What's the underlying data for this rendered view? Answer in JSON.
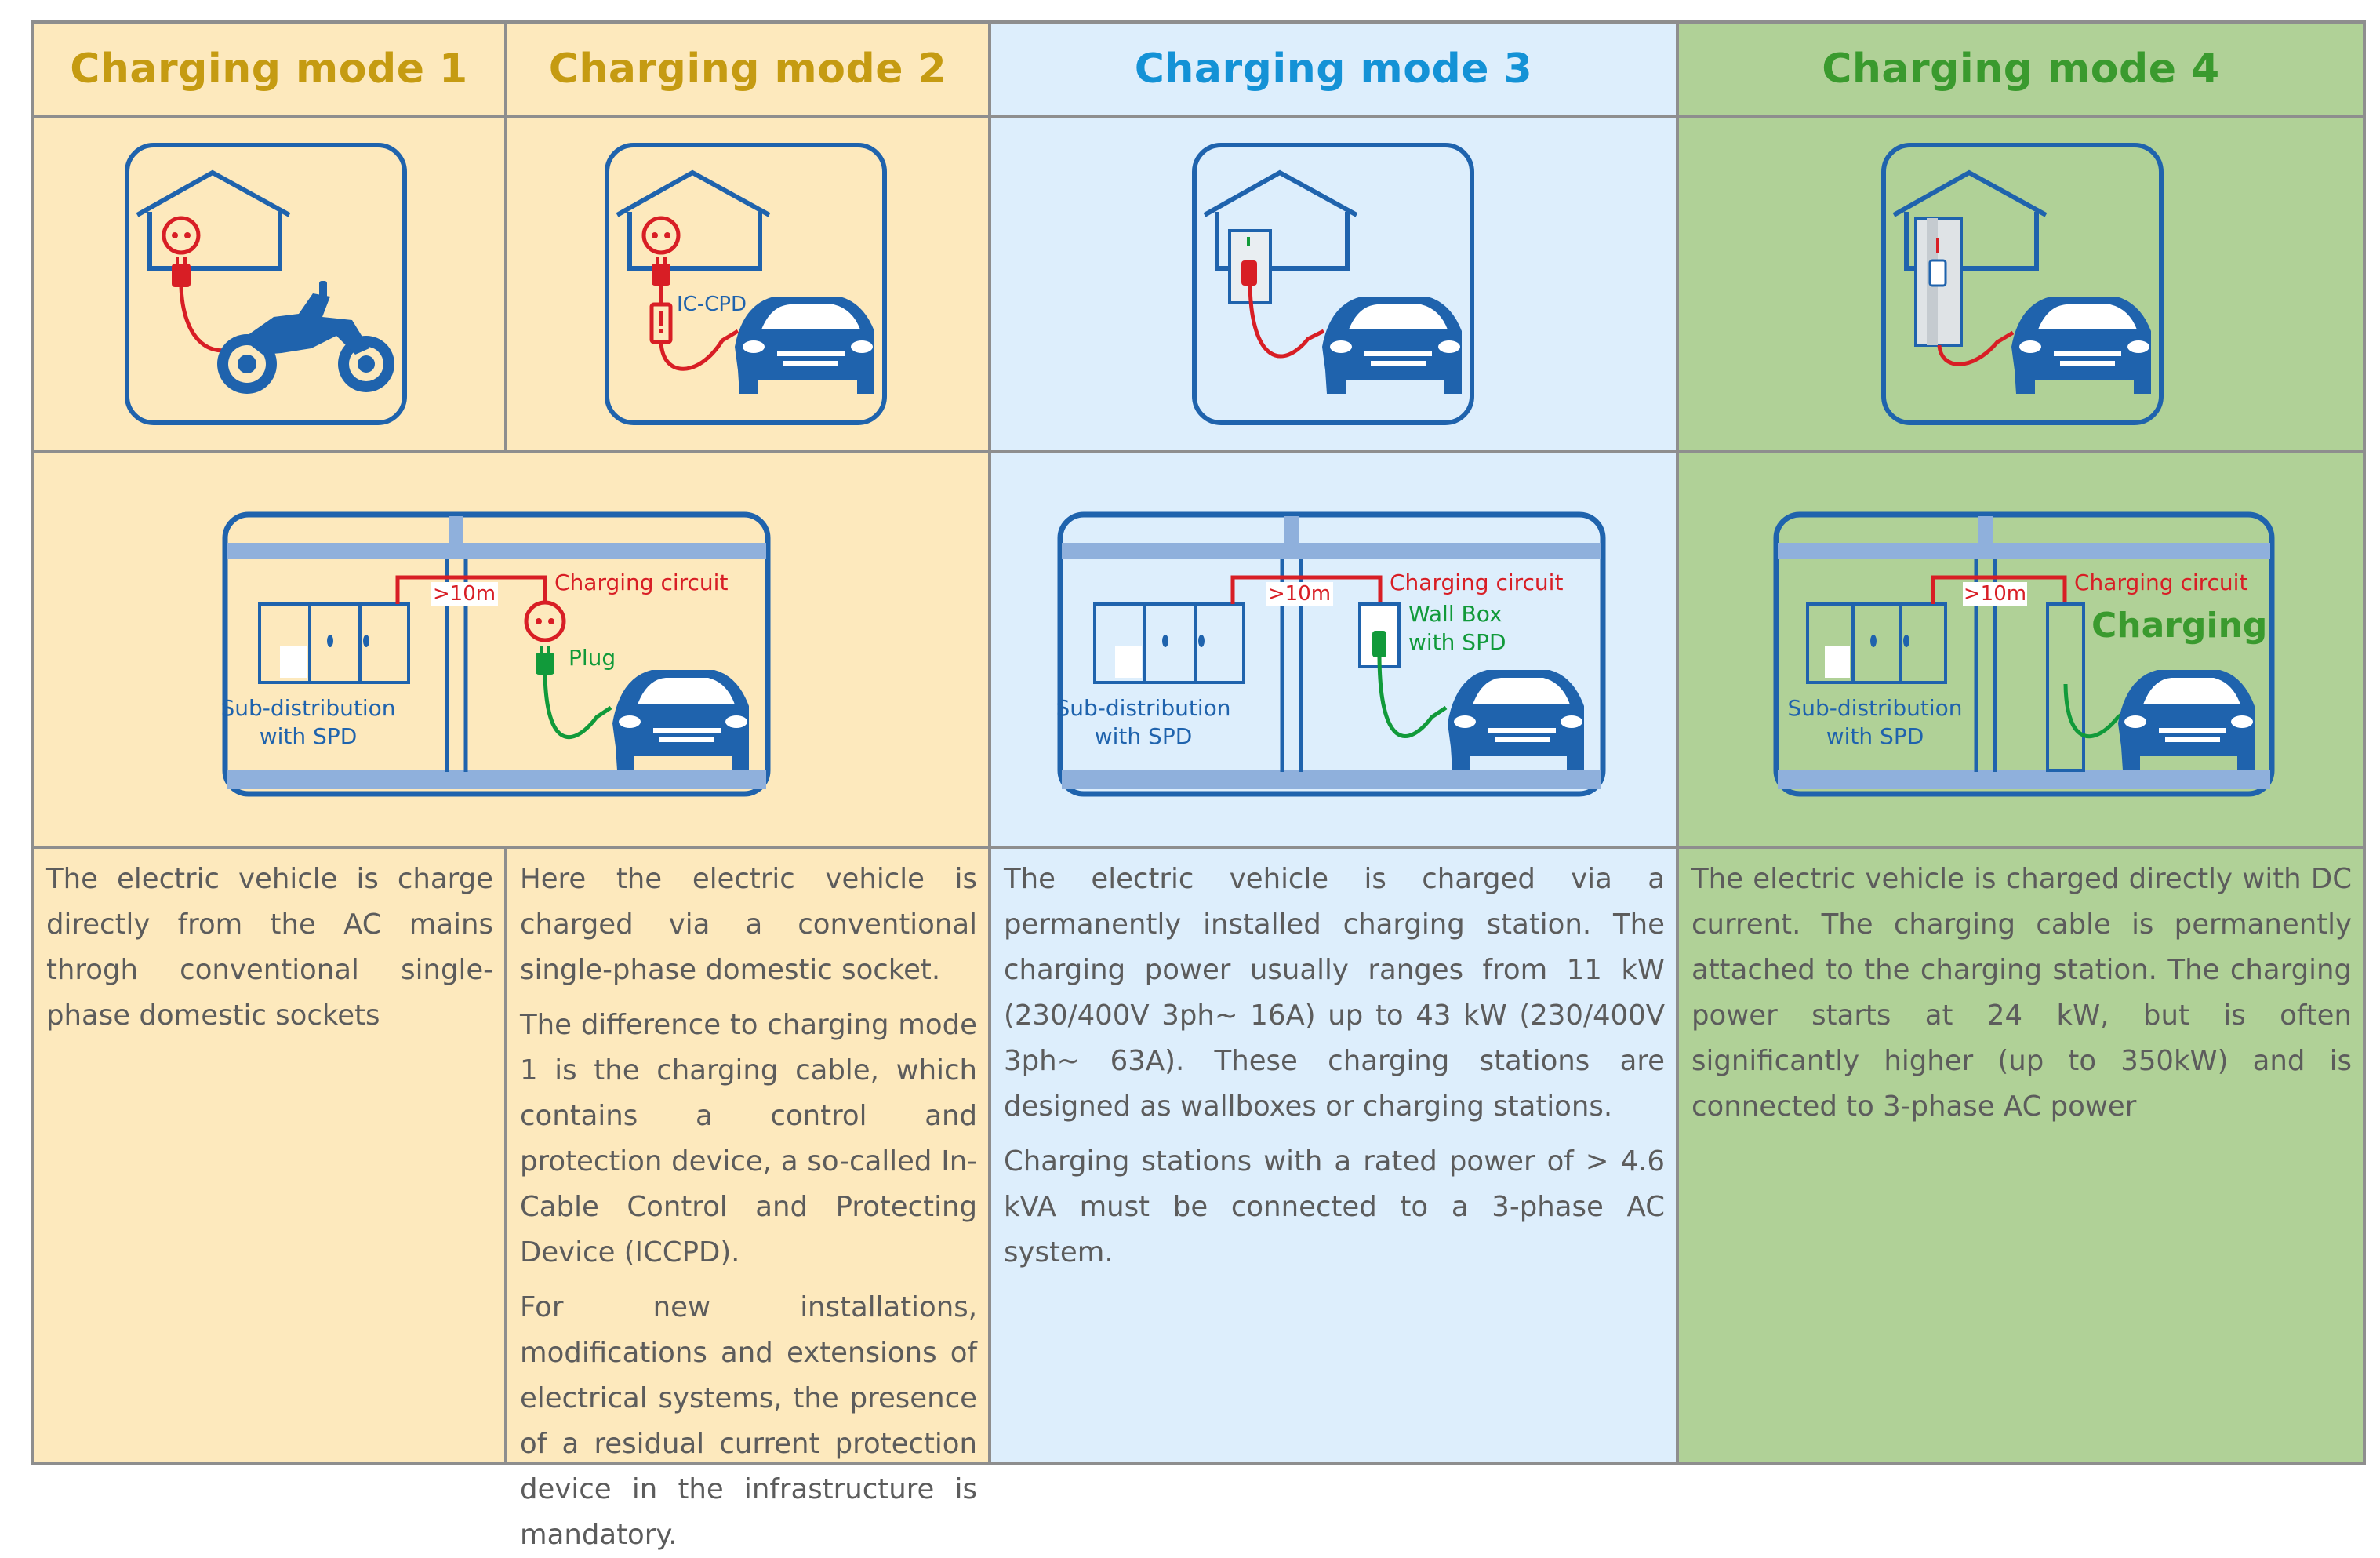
{
  "colors": {
    "yellow_bg": "#fde9bd",
    "blue_bg": "#ddeefc",
    "green_bg": "#b0d197",
    "mode1_title": "#c59b12",
    "mode2_title": "#c59b12",
    "mode3_title": "#1492d6",
    "mode4_title": "#3a9a2e",
    "icon_blue": "#1f63ad",
    "circuit_red": "#d81e25",
    "plug_green": "#119a3a"
  },
  "modes": [
    {
      "title": "Charging mode 1",
      "icon": "house-socket-motorcycle-icon",
      "paragraphs": [
        "The electric vehicle is charge directly from the AC mains throgh conventional single-phase domestic sockets"
      ]
    },
    {
      "title": "Charging mode 2",
      "icon": "house-socket-iccpd-car-icon",
      "icon_label": "IC-CPD",
      "paragraphs": [
        "Here the electric vehicle is charged via a conventional single-phase domestic socket.",
        "The difference to charging mode 1 is the charging cable, which contains a control and protection device, a so-called In-Cable Control and Protecting Device (ICCPD).",
        "For new installations, modifications and extensions of electrical systems, the presence of a residual current protection device in the infrastructure is mandatory."
      ]
    },
    {
      "title": "Charging mode 3",
      "icon": "house-wallbox-car-icon",
      "paragraphs": [
        "The electric vehicle is charged via a permanently installed charging station. The charging power usually ranges from 11 kW (230/400V 3ph~ 16A) up to 43 kW (230/400V 3ph~ 63A). These charging stations are designed as wallboxes or charging stations.",
        "Charging stations with a rated power of > 4.6 kVA must be connected to a 3-phase AC system."
      ]
    },
    {
      "title": "Charging mode 4",
      "icon": "house-charging-station-car-icon",
      "paragraphs": [
        "The electric vehicle is charged directly with DC current. The charging cable is permanently attached to the charging station. The charging power starts at 24 kW, but is often significantly higher (up to 350kW) and is connected to 3-phase AC power"
      ]
    }
  ],
  "diagrams": {
    "distance": ">10m",
    "circuit": "Charging circuit",
    "subdist_line1": "Sub-distribution",
    "subdist_line2": "with SPD",
    "plug": "Plug",
    "wallbox_line1": "Wall Box",
    "wallbox_line2": "with SPD",
    "charging": "Charging"
  }
}
